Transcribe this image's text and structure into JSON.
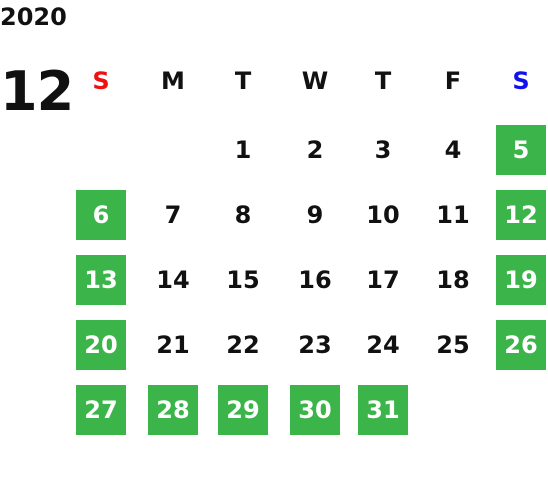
{
  "calendar": {
    "year": "2020",
    "month": "12",
    "weekdays": [
      {
        "label": "S",
        "color": "#ee1111"
      },
      {
        "label": "M",
        "color": "#111111"
      },
      {
        "label": "T",
        "color": "#111111"
      },
      {
        "label": "W",
        "color": "#111111"
      },
      {
        "label": "T",
        "color": "#111111"
      },
      {
        "label": "F",
        "color": "#111111"
      },
      {
        "label": "S",
        "color": "#1111ee"
      }
    ],
    "weeks": [
      [
        null,
        null,
        {
          "day": "1",
          "highlighted": false
        },
        {
          "day": "2",
          "highlighted": false
        },
        {
          "day": "3",
          "highlighted": false
        },
        {
          "day": "4",
          "highlighted": false
        },
        {
          "day": "5",
          "highlighted": true
        }
      ],
      [
        {
          "day": "6",
          "highlighted": true
        },
        {
          "day": "7",
          "highlighted": false
        },
        {
          "day": "8",
          "highlighted": false
        },
        {
          "day": "9",
          "highlighted": false
        },
        {
          "day": "10",
          "highlighted": false
        },
        {
          "day": "11",
          "highlighted": false
        },
        {
          "day": "12",
          "highlighted": true
        }
      ],
      [
        {
          "day": "13",
          "highlighted": true
        },
        {
          "day": "14",
          "highlighted": false
        },
        {
          "day": "15",
          "highlighted": false
        },
        {
          "day": "16",
          "highlighted": false
        },
        {
          "day": "17",
          "highlighted": false
        },
        {
          "day": "18",
          "highlighted": false
        },
        {
          "day": "19",
          "highlighted": true
        }
      ],
      [
        {
          "day": "20",
          "highlighted": true
        },
        {
          "day": "21",
          "highlighted": false
        },
        {
          "day": "22",
          "highlighted": false
        },
        {
          "day": "23",
          "highlighted": false
        },
        {
          "day": "24",
          "highlighted": false
        },
        {
          "day": "25",
          "highlighted": false
        },
        {
          "day": "26",
          "highlighted": true
        }
      ],
      [
        {
          "day": "27",
          "highlighted": true
        },
        {
          "day": "28",
          "highlighted": true
        },
        {
          "day": "29",
          "highlighted": true
        },
        {
          "day": "30",
          "highlighted": true
        },
        {
          "day": "31",
          "highlighted": true
        },
        null,
        null
      ]
    ],
    "highlight_color": "#3bb44a"
  }
}
